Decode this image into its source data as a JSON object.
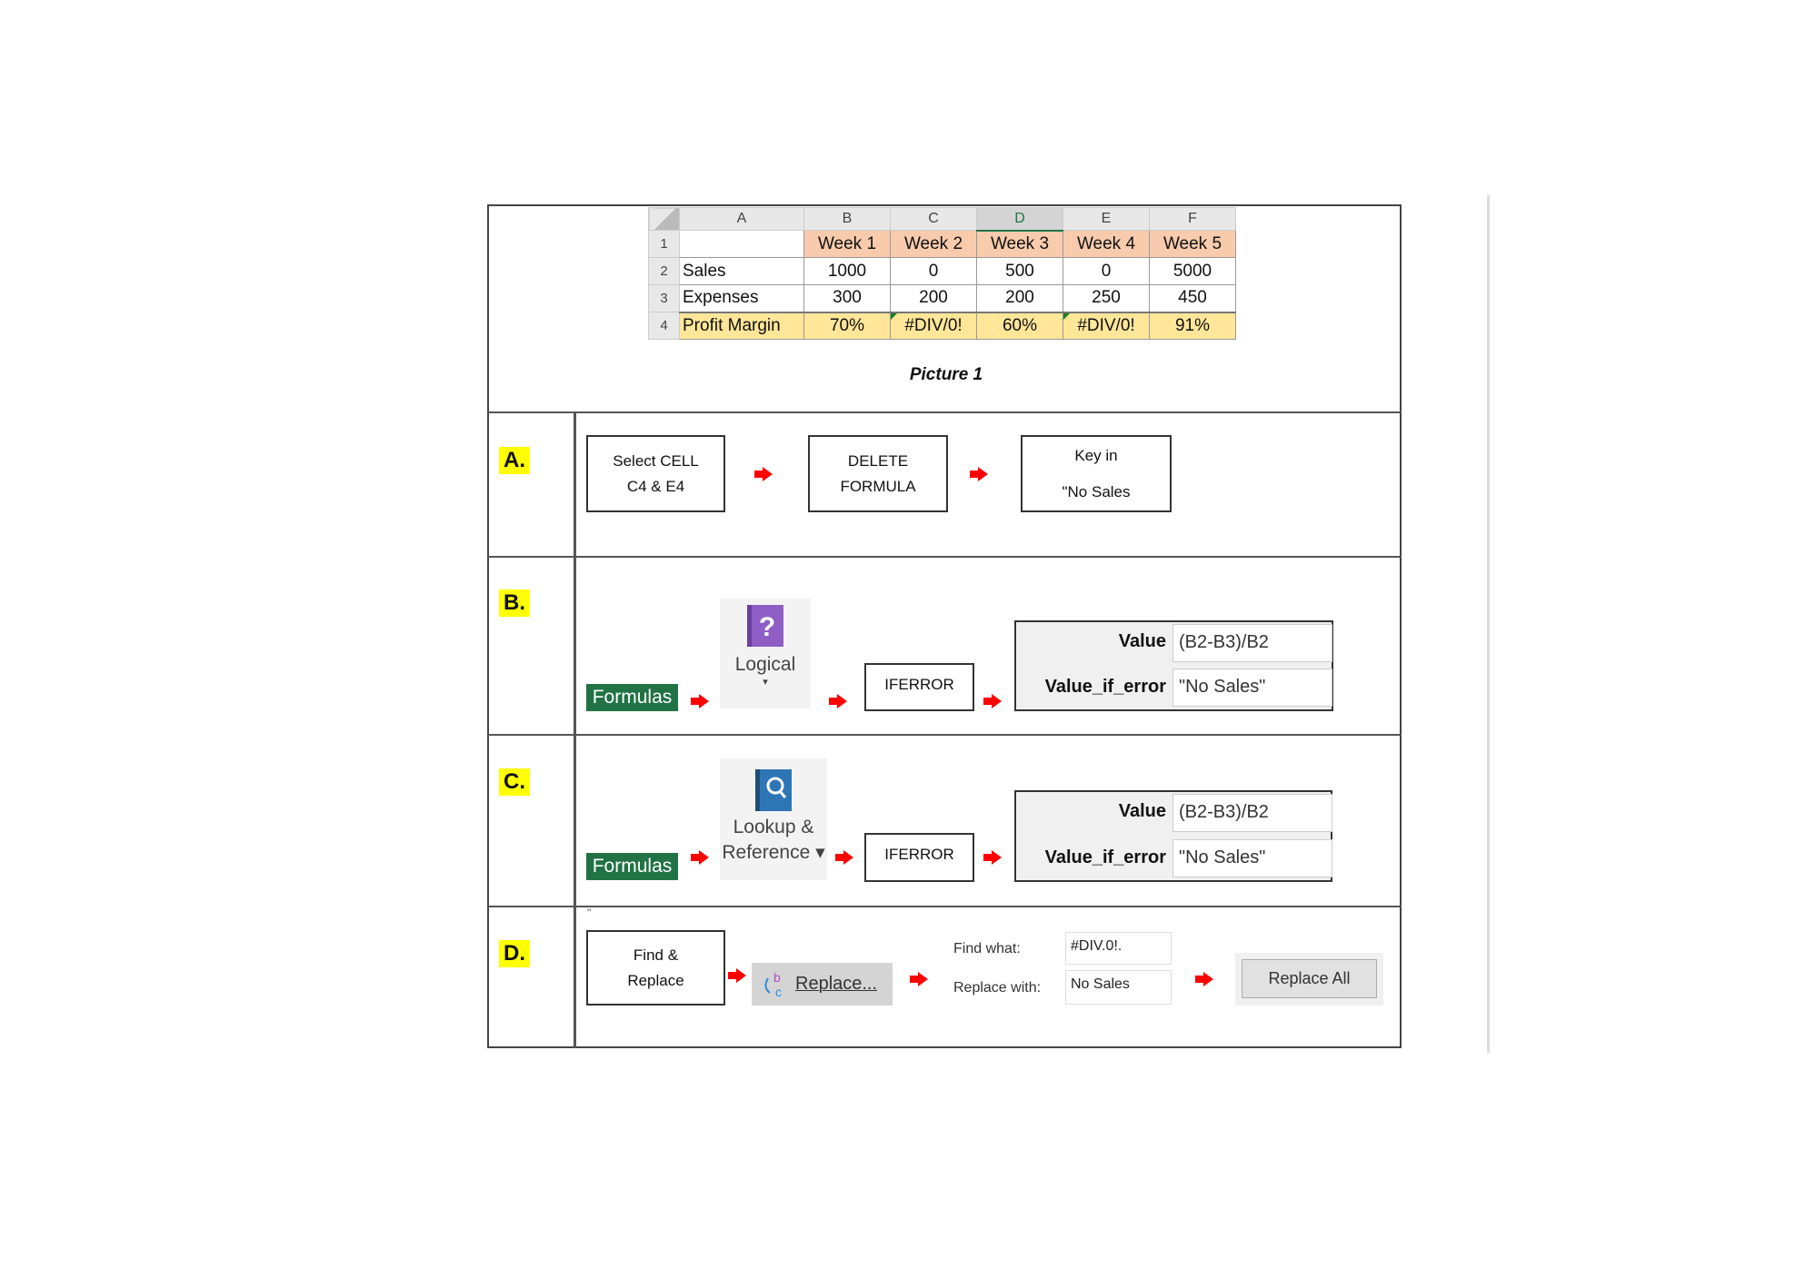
{
  "spreadsheet": {
    "corner": "",
    "columns": [
      "A",
      "B",
      "C",
      "D",
      "E",
      "F"
    ],
    "selected_column": "D",
    "rows": [
      {
        "num": "1",
        "cells": [
          "",
          "Week 1",
          "Week 2",
          "Week 3",
          "Week 4",
          "Week 5"
        ]
      },
      {
        "num": "2",
        "cells": [
          "Sales",
          "1000",
          "0",
          "500",
          "0",
          "5000"
        ]
      },
      {
        "num": "3",
        "cells": [
          "Expenses",
          "300",
          "200",
          "200",
          "250",
          "450"
        ]
      },
      {
        "num": "4",
        "cells": [
          "Profit Margin",
          "70%",
          "#DIV/0!",
          "60%",
          "#DIV/0!",
          "91%"
        ]
      }
    ]
  },
  "caption": "Picture 1",
  "options": {
    "a": {
      "label": "A.",
      "steps": [
        [
          "Select CELL",
          "C4 & E4"
        ],
        [
          "DELETE",
          "FORMULA"
        ],
        [
          "Key in",
          "\"No Sales"
        ]
      ]
    },
    "b": {
      "label": "B.",
      "ribbon_tab": "Formulas",
      "category": "Logical",
      "category_arrow": "▾",
      "function": "IFERROR",
      "value_label": "Value",
      "value": "(B2-B3)/B2",
      "error_label": "Value_if_error",
      "error_value": "\"No Sales\""
    },
    "c": {
      "label": "C.",
      "ribbon_tab": "Formulas",
      "category_line1": "Lookup &",
      "category_line2": "Reference ▾",
      "function": "IFERROR",
      "value_label": "Value",
      "value": "(B2-B3)/B2",
      "error_label": "Value_if_error",
      "error_value": "\"No Sales\""
    },
    "d": {
      "label": "D.",
      "stray_mark": "\"",
      "step1_line1": "Find &",
      "step1_line2": "Replace",
      "replace_button": "Replace...",
      "find_label": "Find what:",
      "find_value": "#DIV.0!.",
      "replace_label": "Replace with:",
      "replace_value": "No Sales",
      "replace_all": "Replace All"
    }
  },
  "colors": {
    "header_fill": "#f8cbad",
    "margin_fill": "#ffe699",
    "formulas_green": "#217346",
    "label_yellow": "#ffff00",
    "arrow_red": "#ff0000"
  }
}
